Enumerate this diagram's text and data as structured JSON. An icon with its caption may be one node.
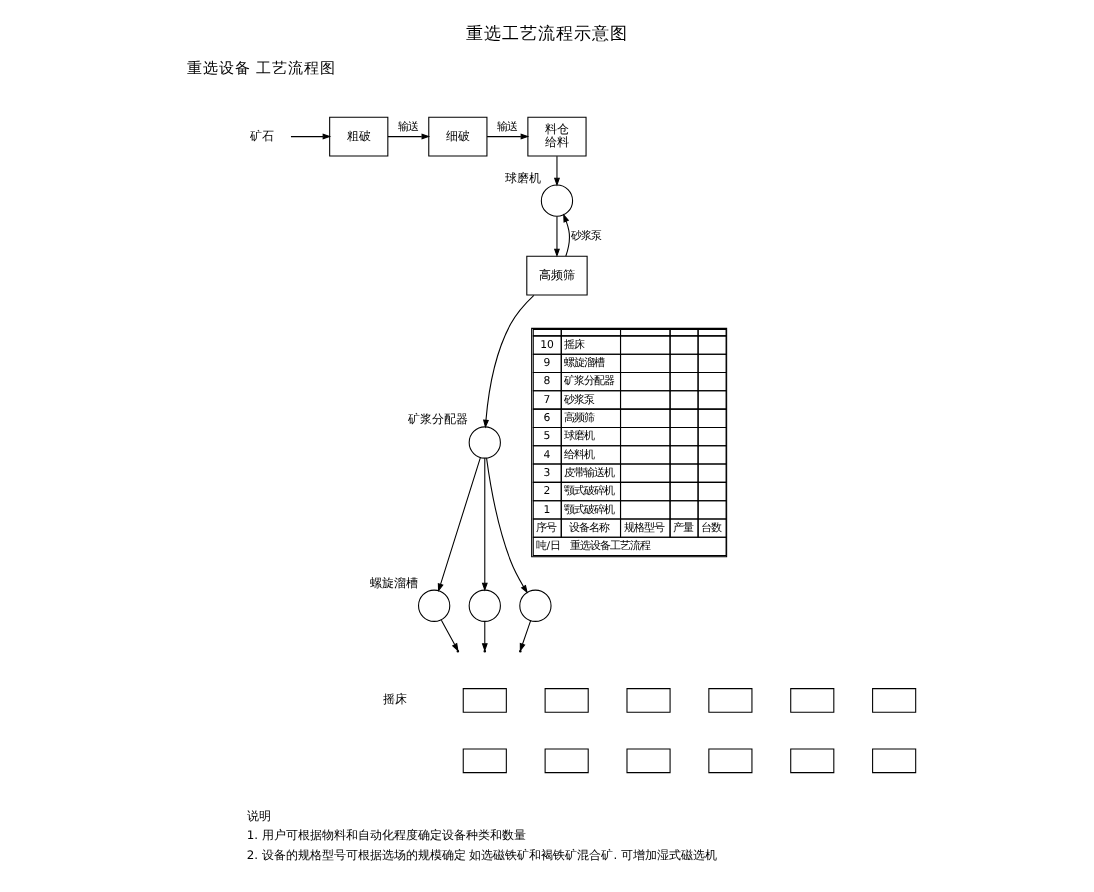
{
  "diagram": {
    "title": "重选工艺流程示意图",
    "nodes": [
      {
        "text": [
          "矿石"
        ]
      },
      {
        "text": [
          "粗破"
        ]
      },
      {
        "text": [
          "细破"
        ]
      },
      {
        "text": [
          "料仓",
          "给料"
        ]
      },
      {
        "text": [],
        "shape": "circle",
        "beside": [
          "球磨机"
        ]
      },
      {
        "text": [
          "高频筛"
        ]
      },
      {
        "text": [],
        "shape": "circle",
        "beside": [
          "矿浆分配器"
        ]
      },
      {
        "text": [],
        "shape": "circle",
        "beside": [
          "螺旋溜槽"
        ]
      },
      {
        "text": [],
        "shape": "circle"
      },
      {
        "text": [],
        "shape": "circle"
      },
      {
        "text": [],
        "shape": "box"
      },
      {
        "text": [],
        "shape": "box"
      },
      {
        "text": [],
        "shape": "box"
      },
      {
        "text": [],
        "shape": "box"
      },
      {
        "text": [],
        "shape": "box"
      },
      {
        "text": [],
        "shape": "box"
      },
      {
        "text": [],
        "shape": "box"
      },
      {
        "text": [],
        "shape": "box"
      },
      {
        "text": [],
        "shape": "box"
      },
      {
        "text": [],
        "shape": "box"
      },
      {
        "text": [],
        "shape": "box"
      },
      {
        "text": [],
        "shape": "box"
      }
    ],
    "edges": [
      {
        "from": 0,
        "to": 1,
        "arrow": "to"
      },
      {
        "from": 1,
        "to": 2,
        "label": "输送",
        "arrow": "to"
      },
      {
        "from": 2,
        "to": 3,
        "label": "输送",
        "arrow": "to"
      },
      {
        "from": 3,
        "to": 4,
        "arrow": "to"
      },
      {
        "from": 4,
        "to": 5,
        "arrow": "to"
      },
      {
        "from": 5,
        "to": 4,
        "label": "砂浆泵",
        "arrow": "to"
      },
      {
        "from": 5,
        "to": 6,
        "arrow": "to"
      },
      {
        "from": 6,
        "to": 7,
        "arrow": "to"
      },
      {
        "from": 6,
        "to": 8,
        "arrow": "to"
      },
      {
        "from": 6,
        "to": 9,
        "arrow": "to"
      },
      {
        "from": 7,
        "to": null,
        "arrow": "to"
      },
      {
        "from": 8,
        "to": null,
        "arrow": "to"
      },
      {
        "from": 9,
        "to": null,
        "arrow": "to"
      }
    ],
    "labels": [
      "重选设备 工艺流程图",
      "摇床",
      "说明",
      "1. 用户可根据物料和自动化程度确定设备种类和数量",
      "2. 设备的规格型号可根据选场的规模确定 如选磁铁矿和褐铁矿混合矿. 可增加湿式磁选机",
      "10",
      "摇床",
      "9",
      "螺旋溜槽",
      "8",
      "矿浆分配器",
      "7",
      "砂浆泵",
      "6",
      "高频筛",
      "5",
      "球磨机",
      "4",
      "给料机",
      "3",
      "皮带输送机",
      "2",
      "颚式破碎机",
      "1",
      "颚式破碎机",
      "序号",
      "设备名称",
      "规格型号",
      "产量",
      "台数",
      "吨/日",
      "重选设备工艺流程"
    ]
  }
}
